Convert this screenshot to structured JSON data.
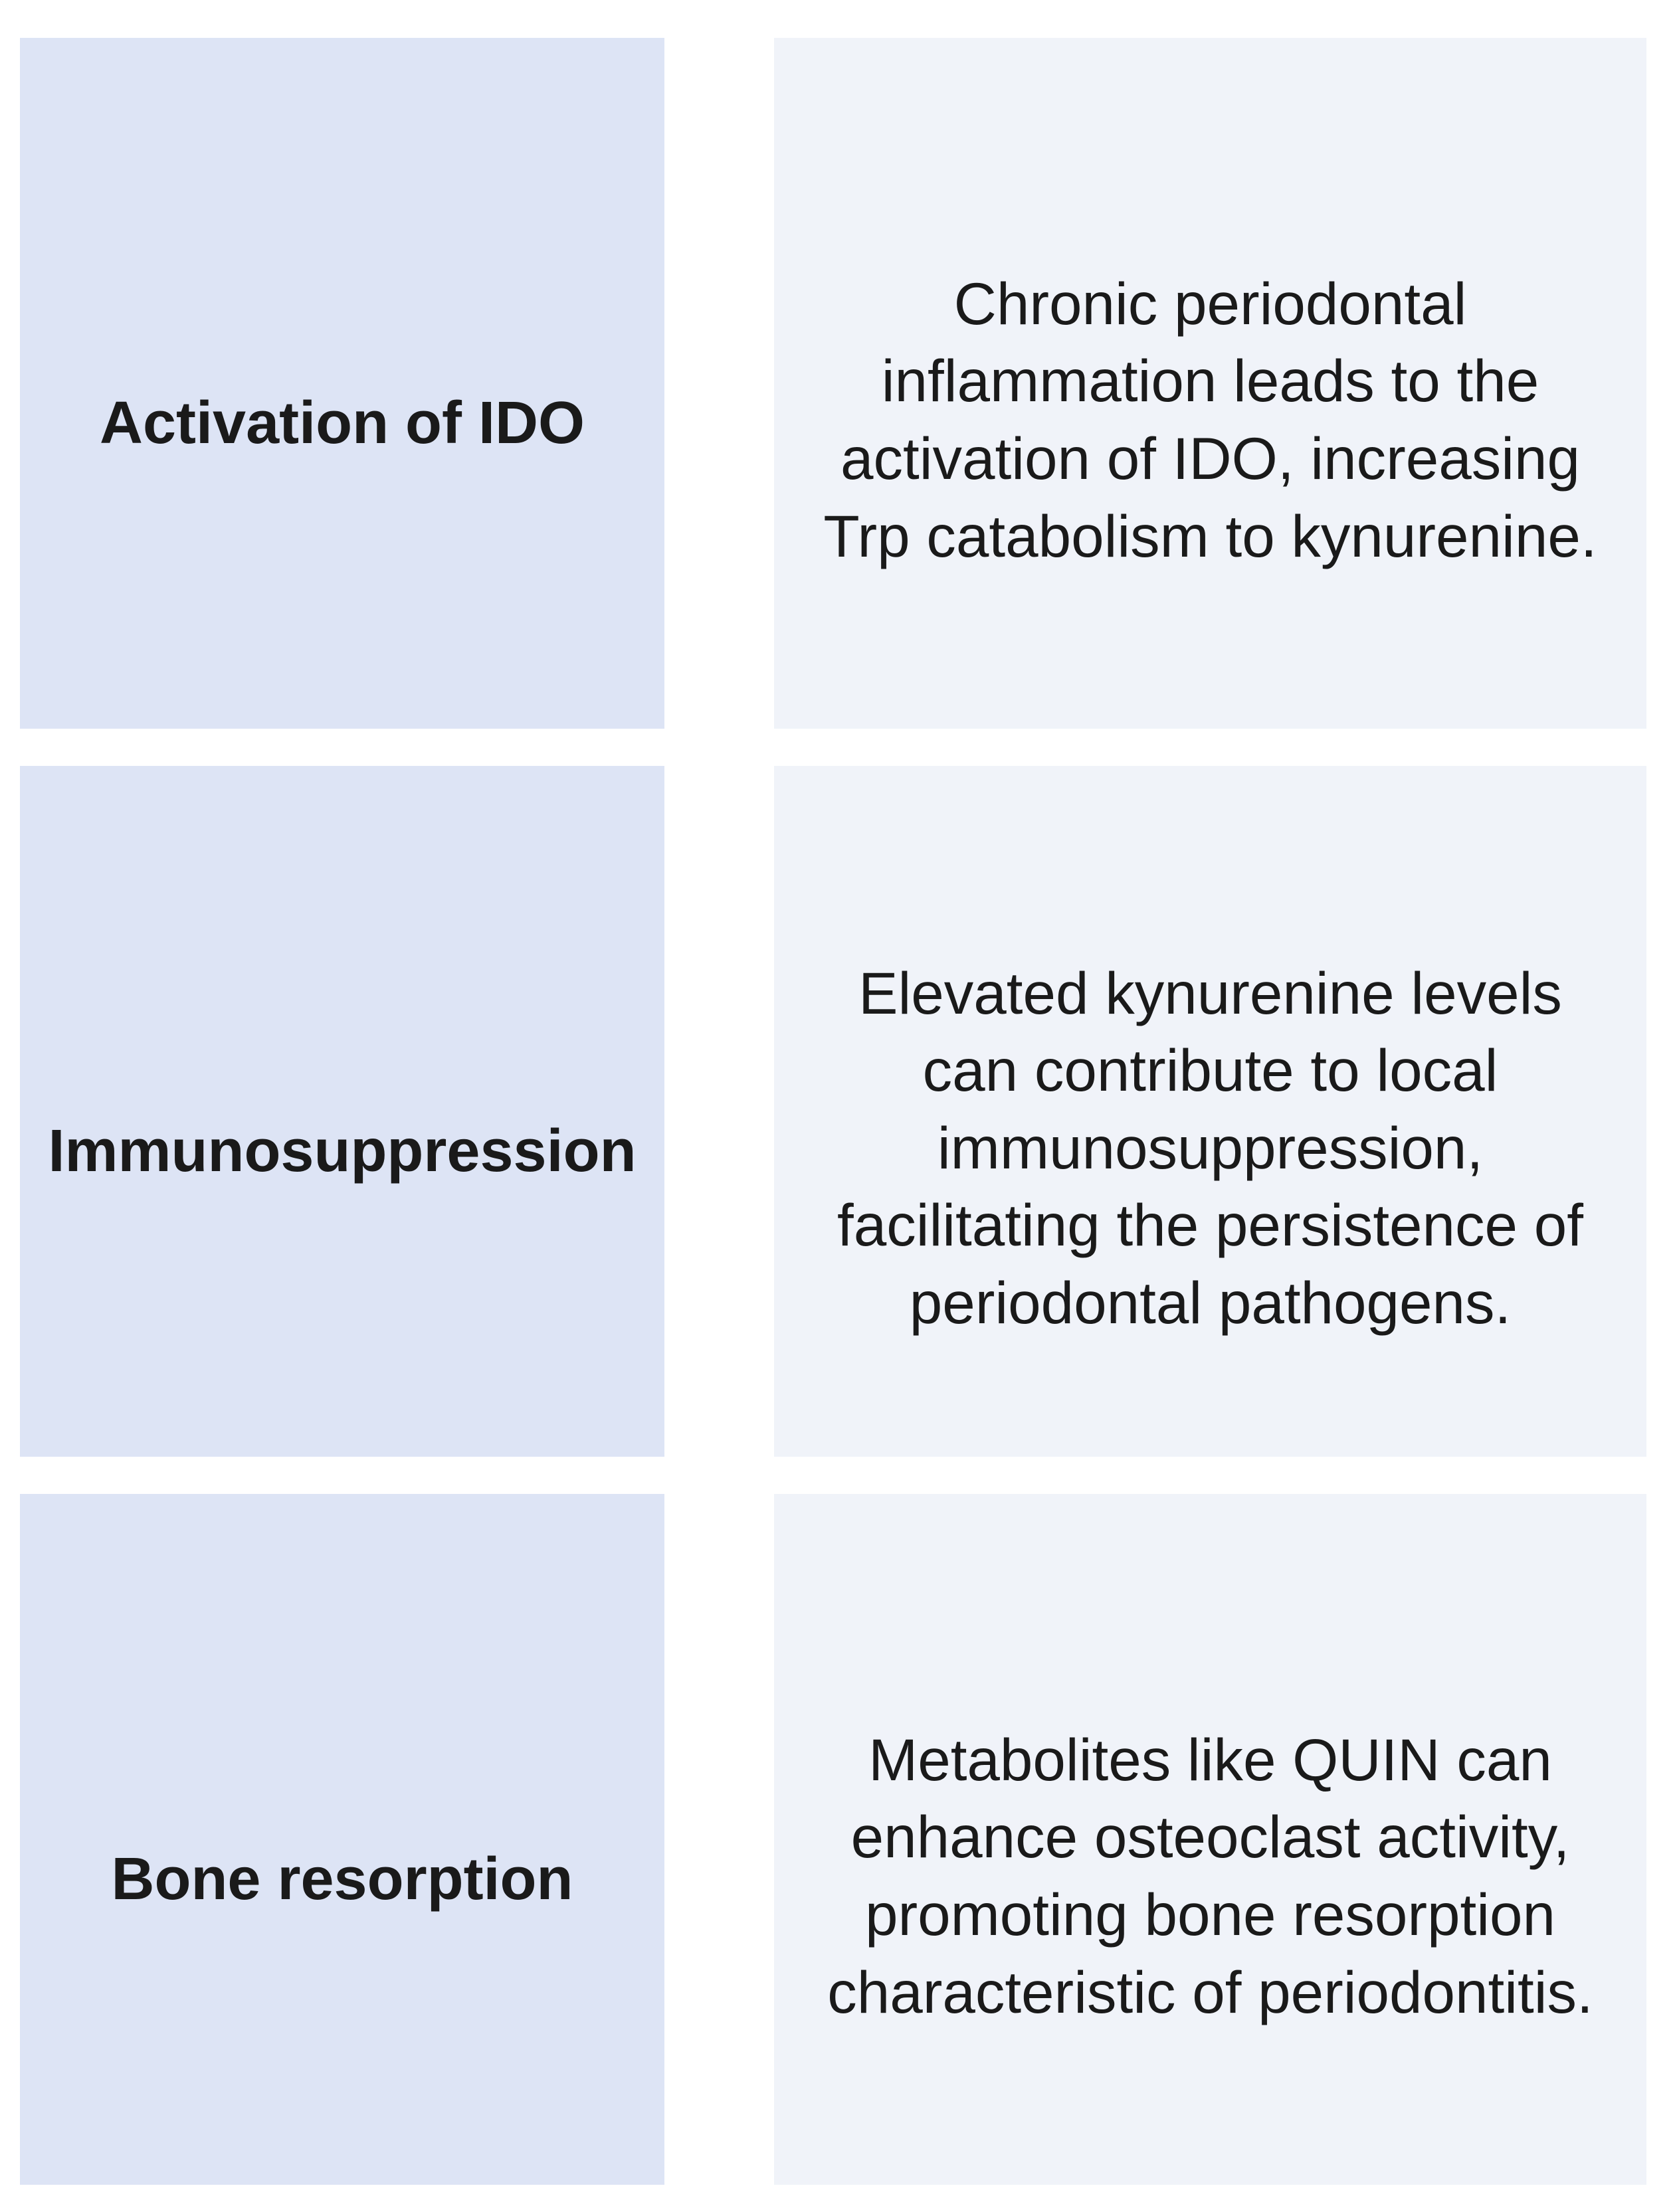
{
  "rows": [
    {
      "title": "Activation of IDO",
      "description": "Chronic periodontal inflammation leads to the activation of IDO, increasing Trp catabolism to kynurenine."
    },
    {
      "title": "Immunosuppression",
      "description": "Elevated kynurenine levels can contribute to local immunosuppression, facilitating the persistence of periodontal pathogens."
    },
    {
      "title": "Bone resorption",
      "description": "Metabolites like QUIN can enhance osteoclast activity, promoting bone resorption characteristic of periodontitis."
    }
  ],
  "colors": {
    "title_box_bg": "#dde4f5",
    "desc_box_bg": "#f0f3f9",
    "text": "#1a1a1a",
    "background": "#ffffff"
  }
}
